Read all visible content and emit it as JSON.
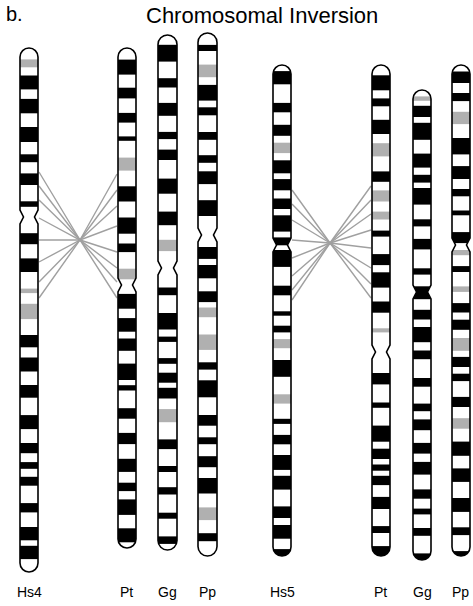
{
  "diagram": {
    "title": "Chromosomal Inversion",
    "labels": [
      "b.",
      "Hs4",
      "Pt",
      "Gg",
      "Pp",
      "Hs5",
      "Pt",
      "Gg",
      "Pp"
    ]
  }
}
